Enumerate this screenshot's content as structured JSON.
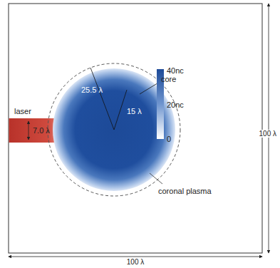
{
  "diagram": {
    "labels": [
      "laser",
      "7.0 λ",
      "25.5 λ",
      "15 λ",
      "core",
      "40nc",
      "20nc",
      "0",
      "coronal plasma",
      "100 λ",
      "100 λ"
    ]
  }
}
